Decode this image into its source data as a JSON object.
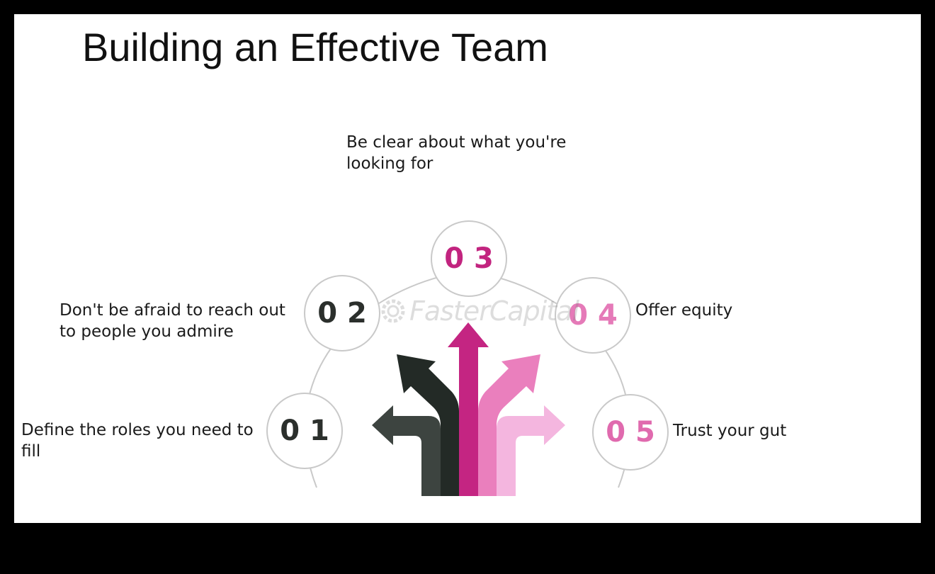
{
  "title": "Building an Effective Team",
  "steps": [
    {
      "number": "0 1",
      "text": "Define the roles you need to fill",
      "color": "#2b2f2c"
    },
    {
      "number": "0 2",
      "text": "Don't be afraid to reach out to people you admire",
      "color": "#2b2f2c"
    },
    {
      "number": "0 3",
      "text": "Be clear about what you're looking for",
      "color": "#c2247f"
    },
    {
      "number": "0 4",
      "text": "Offer equity",
      "color": "#e57ab8"
    },
    {
      "number": "0 5",
      "text": "Trust your gut",
      "color": "#e06aae"
    }
  ],
  "watermark": "FasterCapital",
  "arrow_colors": [
    "#3d4440",
    "#232a26",
    "#c42582",
    "#ea7fbd",
    "#f4b6df"
  ]
}
